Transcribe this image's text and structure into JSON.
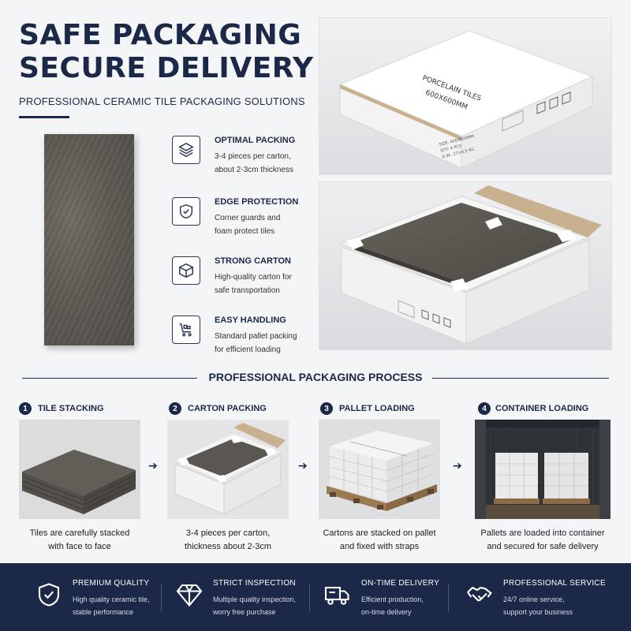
{
  "header": {
    "title_line1": "SAFE PACKAGING",
    "title_line2": "SECURE DELIVERY",
    "subtitle": "PROFESSIONAL CERAMIC TILE PACKAGING SOLUTIONS"
  },
  "features": [
    {
      "icon": "layers-icon",
      "title": "OPTIMAL PACKING",
      "line1": "3-4 pieces per carton,",
      "line2": "about 2-3cm thickness"
    },
    {
      "icon": "shield-check-icon",
      "title": "EDGE PROTECTION",
      "line1": "Corner guards and",
      "line2": "foam protect tiles"
    },
    {
      "icon": "box-icon",
      "title": "STRONG CARTON",
      "line1": "High-quality carton for",
      "line2": "safe transportation"
    },
    {
      "icon": "cart-icon",
      "title": "EASY HANDLING",
      "line1": "Standard pallet packing",
      "line2": "for efficient loading"
    }
  ],
  "carton": {
    "line1": "PORCELAIN TILES",
    "line2": "600X600MM",
    "size": "SIZE: 600X600MM",
    "qty": "QTY: 4 PCS",
    "gw": "G.W.: 27±0.5 KG"
  },
  "process": {
    "title": "PROFESSIONAL PACKAGING PROCESS",
    "steps": [
      {
        "num": "1",
        "label": "TILE STACKING",
        "line1": "Tiles are carefully stacked",
        "line2": "with face to face"
      },
      {
        "num": "2",
        "label": "CARTON PACKING",
        "line1": "3-4 pieces per carton,",
        "line2": "thickness about 2-3cm"
      },
      {
        "num": "3",
        "label": "PALLET LOADING",
        "line1": "Cartons are stacked on pallet",
        "line2": "and fixed with straps"
      },
      {
        "num": "4",
        "label": "CONTAINER LOADING",
        "line1": "Pallets are loaded into container",
        "line2": "and secured for safe delivery"
      }
    ]
  },
  "footer": [
    {
      "icon": "shield-check-icon",
      "title": "PREMIUM QUALITY",
      "line1": "High quality ceramic tile,",
      "line2": "stable performance"
    },
    {
      "icon": "diamond-icon",
      "title": "STRICT INSPECTION",
      "line1": "Multiple quality inspection,",
      "line2": "worry free purchase"
    },
    {
      "icon": "truck-icon",
      "title": "ON-TIME DELIVERY",
      "line1": "Efficient production,",
      "line2": "on-time delivery"
    },
    {
      "icon": "handshake-icon",
      "title": "PROFESSIONAL SERVICE",
      "line1": "24/7 online service,",
      "line2": "support your business"
    }
  ],
  "colors": {
    "navy": "#1b2847",
    "background": "#f4f5f7",
    "tile": "#5d5953",
    "carton": "#ffffff",
    "kraft": "#c9b08f"
  }
}
